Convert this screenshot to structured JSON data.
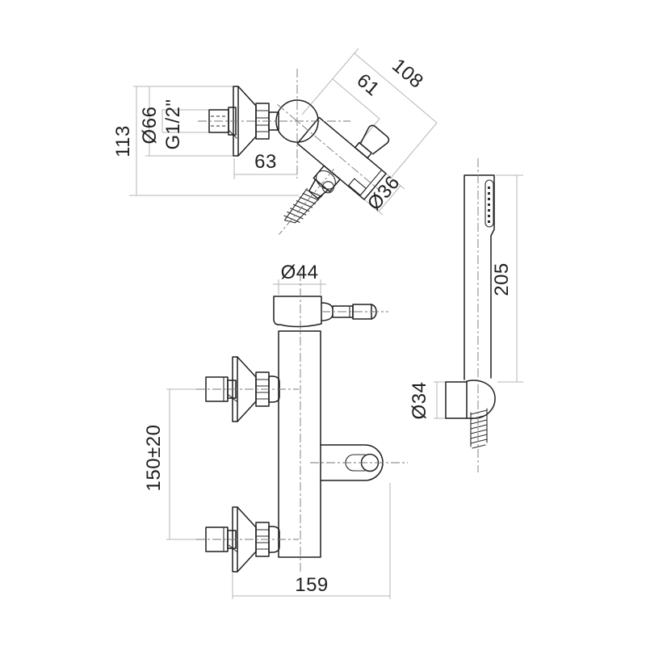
{
  "drawing": {
    "title": "Wall-mounted bath shower mixer with hand shower - dimensional drawing",
    "colors": {
      "outline": "#1f1f1f",
      "dimension_lines": "#b5b5b5",
      "centerlines": "#777777",
      "text": "#1f1f1f",
      "background": "#ffffff"
    }
  },
  "views": {
    "side": {
      "label": "side-view-wall-mixer",
      "dims": {
        "height": "113",
        "flange_dia": "Ø66",
        "thread": "G1/2\"",
        "wall_to_ball": "63",
        "ball_to_handle": "61",
        "ball_to_spout": "108",
        "spout_dia": "Ø36"
      }
    },
    "front": {
      "label": "front-view-mixer-body",
      "dims": {
        "body_dia": "Ø44",
        "inlet_spacing": "150±20",
        "overall_width": "159"
      }
    },
    "handshower": {
      "label": "hand-shower-with-holder",
      "dims": {
        "wand_length": "205",
        "holder_dia": "Ø34"
      }
    }
  }
}
